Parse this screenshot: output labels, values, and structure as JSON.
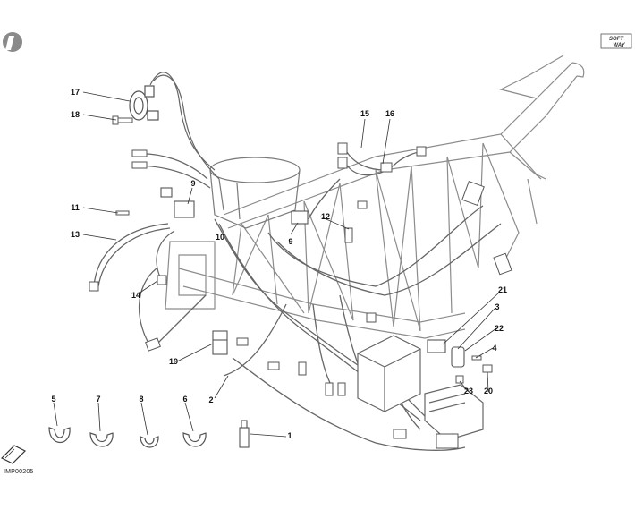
{
  "drawing_code": "IMP00205",
  "logo": {
    "lines": [
      "SOFT",
      "WAY"
    ]
  },
  "references": [
    {
      "id": "r17",
      "label": "17"
    },
    {
      "id": "r18",
      "label": "18"
    },
    {
      "id": "r15",
      "label": "15"
    },
    {
      "id": "r16",
      "label": "16"
    },
    {
      "id": "r11",
      "label": "11"
    },
    {
      "id": "r9a",
      "label": "9"
    },
    {
      "id": "r10",
      "label": "10"
    },
    {
      "id": "r13",
      "label": "13"
    },
    {
      "id": "r9b",
      "label": "9"
    },
    {
      "id": "r12",
      "label": "12"
    },
    {
      "id": "r14",
      "label": "14"
    },
    {
      "id": "r21",
      "label": "21"
    },
    {
      "id": "r3",
      "label": "3"
    },
    {
      "id": "r22",
      "label": "22"
    },
    {
      "id": "r4",
      "label": "4"
    },
    {
      "id": "r19",
      "label": "19"
    },
    {
      "id": "r23",
      "label": "23"
    },
    {
      "id": "r20",
      "label": "20"
    },
    {
      "id": "r2",
      "label": "2"
    },
    {
      "id": "r5",
      "label": "5"
    },
    {
      "id": "r7",
      "label": "7"
    },
    {
      "id": "r8",
      "label": "8"
    },
    {
      "id": "r6",
      "label": "6"
    },
    {
      "id": "r1",
      "label": "1"
    }
  ]
}
